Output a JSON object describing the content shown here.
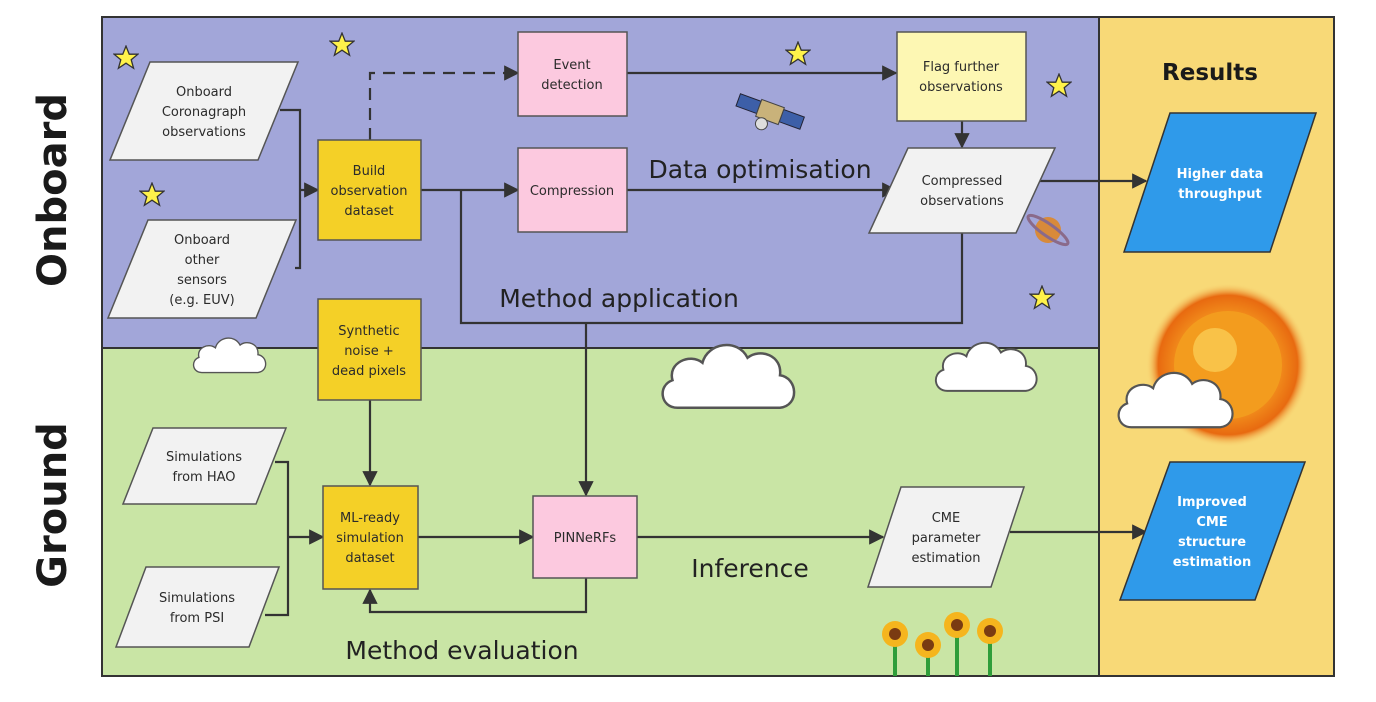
{
  "sections": {
    "onboard": "Onboard",
    "ground": "Ground",
    "results": "Results"
  },
  "nodes": {
    "onboard_coronagraph": [
      "Onboard",
      "Coronagraph",
      "observations"
    ],
    "onboard_other": [
      "Onboard",
      "other",
      "sensors",
      "(e.g. EUV)"
    ],
    "build_dataset": [
      "Build",
      "observation",
      "dataset"
    ],
    "event_detection": [
      "Event",
      "detection"
    ],
    "compression": [
      "Compression"
    ],
    "flag_further": [
      "Flag further",
      "observations"
    ],
    "compressed_obs": [
      "Compressed",
      "observations"
    ],
    "synthetic_noise": [
      "Synthetic",
      "noise +",
      "dead pixels"
    ],
    "sim_hao": [
      "Simulations",
      "from HAO"
    ],
    "sim_psi": [
      "Simulations",
      "from PSI"
    ],
    "ml_ready": [
      "ML-ready",
      "simulation",
      "dataset"
    ],
    "pinnerfs": [
      "PINNeRFs"
    ],
    "cme_param": [
      "CME",
      "parameter",
      "estimation"
    ],
    "higher_throughput": [
      "Higher data",
      "throughput"
    ],
    "improved_cme": [
      "Improved",
      "CME",
      "structure",
      "estimation"
    ]
  },
  "edge_labels": {
    "data_optimisation": "Data optimisation",
    "method_application": "Method application",
    "inference": "Inference",
    "method_evaluation": "Method evaluation"
  },
  "colors": {
    "onboard_bg": "#a2a6d9",
    "ground_bg": "#c9e5a5",
    "results_bg": "#f8d977",
    "yellow_box": "#f4d027",
    "pink_box": "#fcc9df",
    "light_yellow_box": "#fdf7b3",
    "blue_result": "#2f9aea",
    "grey_shape": "#f2f2f2"
  },
  "icons": [
    "star-icon",
    "satellite-icon",
    "planet-icon",
    "cloud-icon",
    "sun-icon",
    "sunflower-icon"
  ]
}
